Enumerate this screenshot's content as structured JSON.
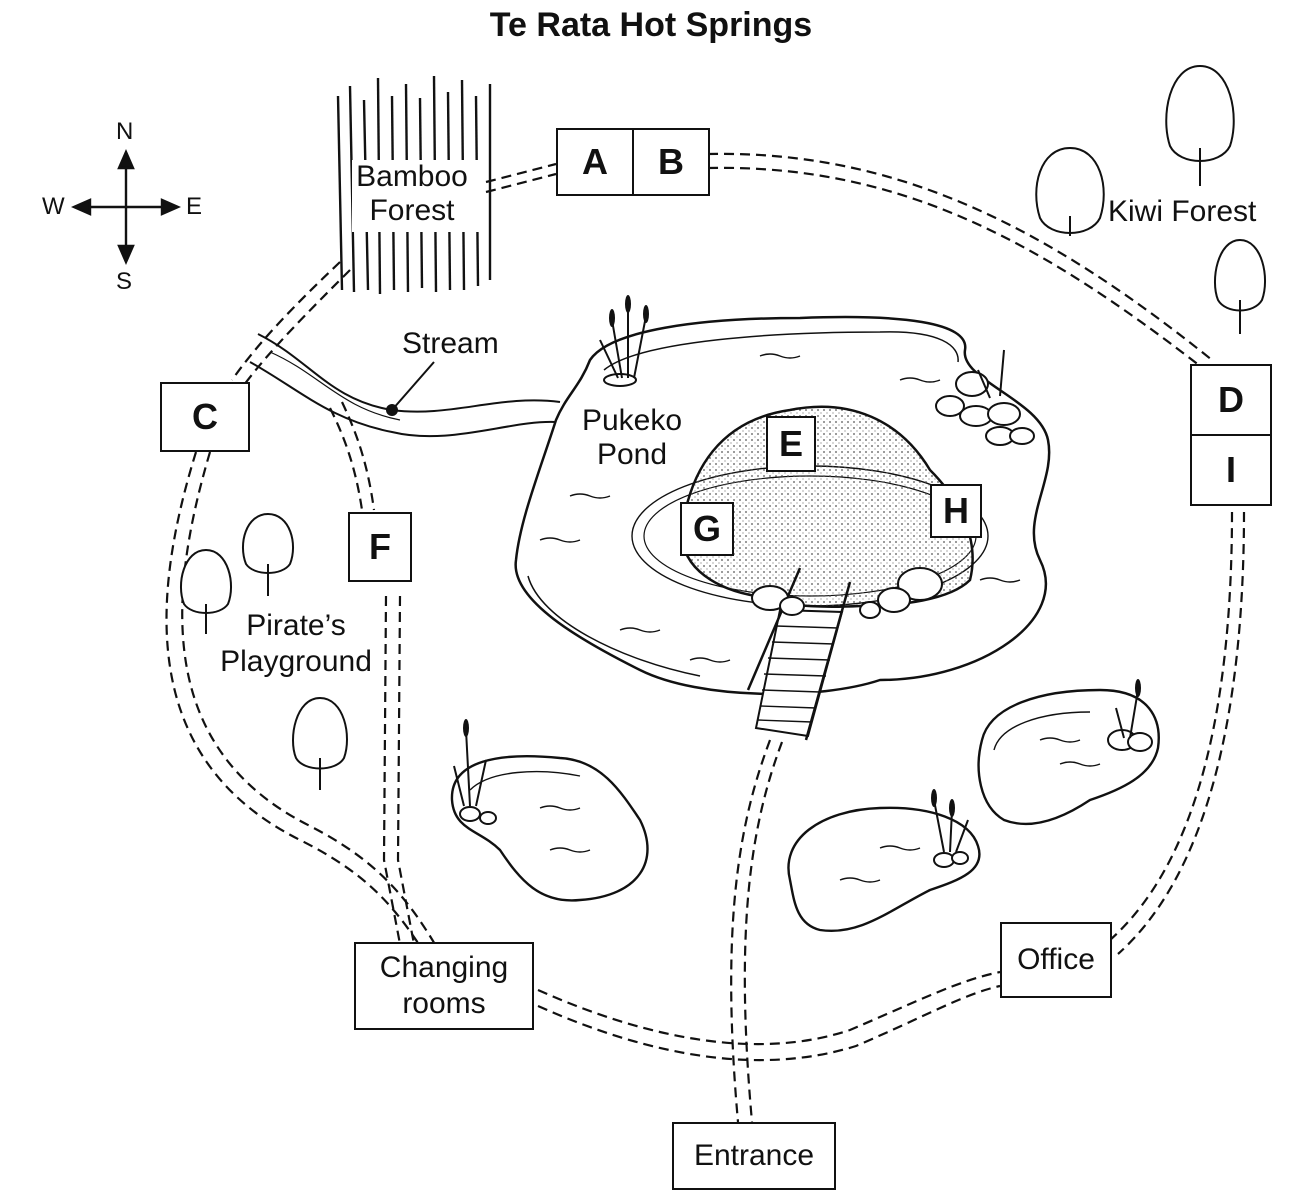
{
  "title": "Te Rata Hot Springs",
  "compass": {
    "north": "N",
    "south": "S",
    "east": "E",
    "west": "W"
  },
  "labels": {
    "bamboo_forest": "Bamboo Forest",
    "kiwi_forest": "Kiwi Forest",
    "stream": "Stream",
    "pukeko_pond": "Pukeko Pond",
    "pirates_playground": "Pirate’s Playground"
  },
  "places": {
    "changing_rooms": "Changing rooms",
    "office": "Office",
    "entrance": "Entrance"
  },
  "markers": {
    "a": "A",
    "b": "B",
    "c": "C",
    "d": "D",
    "e": "E",
    "f": "F",
    "g": "G",
    "h": "H",
    "i": "I"
  },
  "colors": {
    "ink": "#111111",
    "island_fill": "#efefef",
    "background": "#ffffff"
  }
}
